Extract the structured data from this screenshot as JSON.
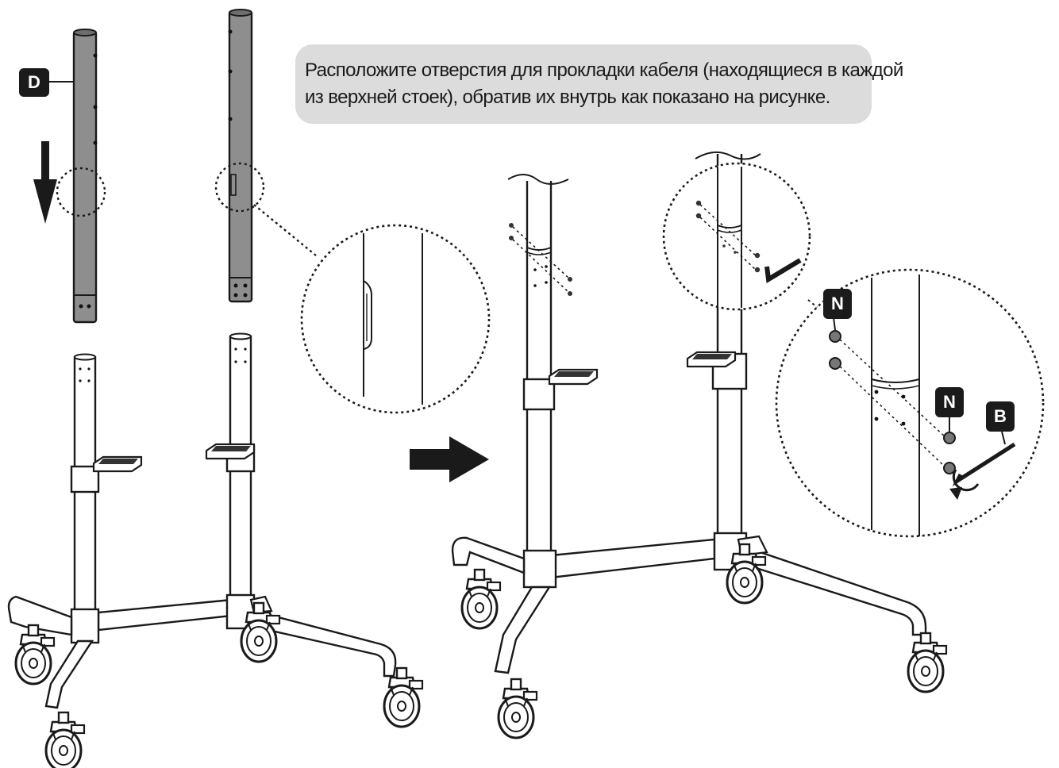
{
  "instruction": {
    "line1": "Расположите отверстия для прокладки кабеля (находящиеся в каждой",
    "line2": "из верхней стоек), обратив их внутрь как показано на рисунке."
  },
  "labels": {
    "pole": "D",
    "screw_upper": "N",
    "screw_lower": "N",
    "hex_key": "B"
  },
  "colors": {
    "badge_bg": "#1b1b1b",
    "bubble_bg": "#dcdcdc",
    "pole_fill": "#8e8e8e",
    "line": "#1a1a1a"
  },
  "icons": [
    "down-arrow-icon",
    "right-arrow-icon",
    "hex-key-icon",
    "rotate-icon"
  ]
}
